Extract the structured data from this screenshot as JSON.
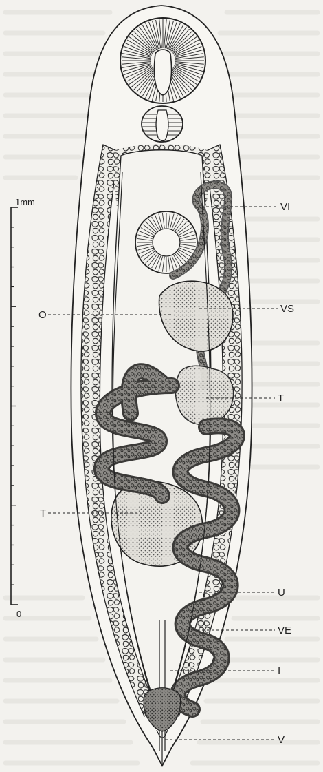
{
  "figure": {
    "scale_bar": {
      "top_label": "1mm",
      "bottom_label": "0",
      "tick_count": 20
    },
    "labels": [
      {
        "id": "VI",
        "text": "VI",
        "side": "right"
      },
      {
        "id": "VS",
        "text": "VS",
        "side": "right"
      },
      {
        "id": "O",
        "text": "O",
        "side": "left"
      },
      {
        "id": "T1",
        "text": "T",
        "side": "right"
      },
      {
        "id": "T2",
        "text": "T",
        "side": "left"
      },
      {
        "id": "U",
        "text": "U",
        "side": "right"
      },
      {
        "id": "VE",
        "text": "VE",
        "side": "right"
      },
      {
        "id": "I",
        "text": "I",
        "side": "right"
      },
      {
        "id": "V",
        "text": "V",
        "side": "right"
      }
    ],
    "colors": {
      "ink": "#222222",
      "paper": "#f3f2ee",
      "stipple_fill": "#d9d7d1",
      "uterus_fill": "#6e6c68"
    }
  }
}
